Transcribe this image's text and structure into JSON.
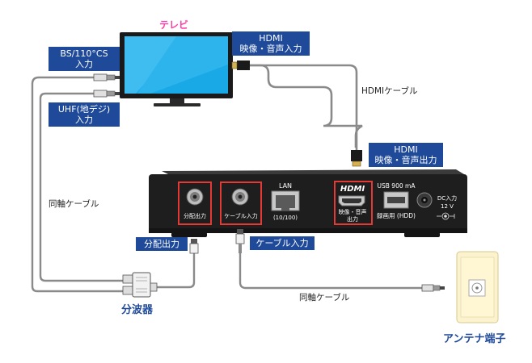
{
  "tv": {
    "label": "テレビ"
  },
  "labels": {
    "bs_input": [
      "BS/110°CS",
      "入力"
    ],
    "uhf_input": [
      "UHF(地デジ)",
      "入力"
    ],
    "tv_hdmi": [
      "HDMI",
      "映像・音声入力"
    ],
    "box_hdmi": [
      "HDMI",
      "映像・音声出力"
    ],
    "split_output": "分配出力",
    "cable_input": "ケーブル入力"
  },
  "cables": {
    "hdmi_cable": "HDMIケーブル",
    "coax_left": "同軸ケーブル",
    "coax_bottom": "同軸ケーブル"
  },
  "splitter": {
    "label": "分波器"
  },
  "antenna": {
    "label": "アンテナ端子"
  },
  "device_ports": {
    "split_output": "分配出力",
    "cable_input": "ケーブル入力",
    "lan": "LAN",
    "lan_speed": "(10/100)",
    "hdmi_logo": "HDMI",
    "hdmi_port": [
      "映像・音声",
      "出力"
    ],
    "usb": "USB 900 mA",
    "usb_purpose": "録画用 (HDD)",
    "dc_in": [
      "DC入力",
      "12 V"
    ]
  },
  "colors": {
    "label_bg": "#1f4a9a",
    "highlight": "#e53935",
    "tv_title": "#ff3fa8",
    "screen": "#19a9e6",
    "cable": "#8a8a8a"
  }
}
